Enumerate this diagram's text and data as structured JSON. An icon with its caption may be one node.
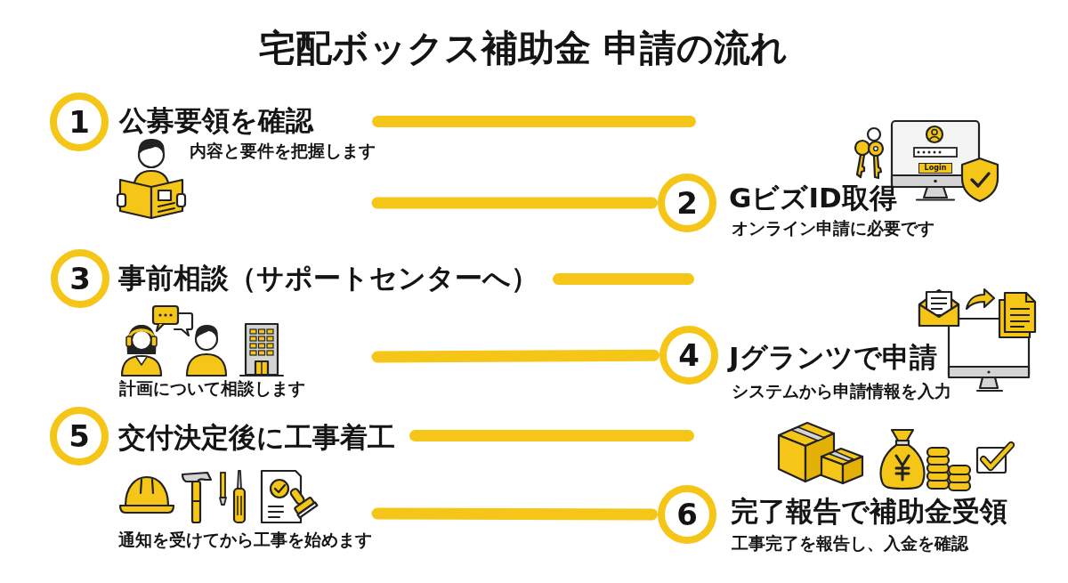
{
  "diagram": {
    "title": "宅配ボックス補助金 申請の流れ",
    "nodes": [
      {
        "text": [
          "1"
        ],
        "beside": [
          "公募要領を確認",
          "内容と要件を把握します"
        ]
      },
      {
        "text": [],
        "shape": "bar"
      },
      {
        "text": [
          "2"
        ],
        "beside": [
          "GビズID取得",
          "オンライン申請に必要です"
        ]
      },
      {
        "text": [
          "3"
        ],
        "beside": [
          "事前相談（サポートセンターへ）"
        ]
      },
      {
        "text": [],
        "shape": "bar"
      },
      {
        "text": [
          "4"
        ],
        "beside": [
          "Jグランツで申請",
          "システムから申請情報を入力"
        ]
      },
      {
        "text": [
          "5"
        ],
        "beside": [
          "交付決定後に工事着工"
        ]
      },
      {
        "text": [],
        "shape": "bar"
      },
      {
        "text": [
          "6"
        ],
        "beside": [
          "完了報告で補助金受領",
          "工事完了を報告し、入金を確認"
        ]
      }
    ],
    "edges": [
      {
        "from": null,
        "to": 2,
        "arrow": "none"
      },
      {
        "from": null,
        "to": 5,
        "arrow": "none"
      },
      {
        "from": null,
        "to": 8,
        "arrow": "none"
      }
    ],
    "labels": [
      "Login",
      "計画について相談します",
      "通知を受けてから工事を始めます"
    ]
  }
}
